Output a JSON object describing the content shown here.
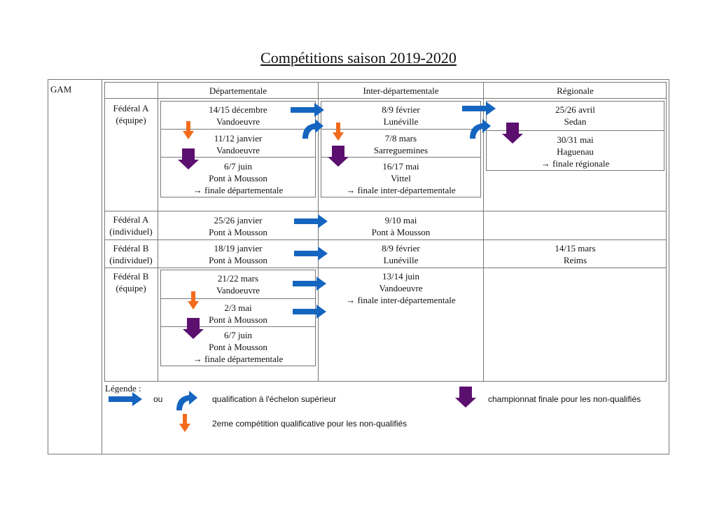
{
  "title": "Compétitions saison 2019-2020",
  "section_label": "GAM",
  "colors": {
    "arrow_blue": "#1565c0",
    "arrow_orange": "#f26b1d",
    "arrow_purple": "#5b0f6e"
  },
  "columns": [
    "Départementale",
    "Inter-départementale",
    "Régionale"
  ],
  "rows": [
    {
      "label": "Fédéral A\n(équipe)",
      "departementale": [
        "14/15 décembre\nVandoeuvre",
        "11/12 janvier\nVandoeuvre",
        "6/7 juin\nPont à Mousson\n→ finale départementale"
      ],
      "inter": [
        "8/9 février\nLunéville",
        "7/8 mars\nSarreguemines",
        "16/17 mai\nVittel\n→ finale inter-départementale"
      ],
      "regionale": [
        "25/26 avril\nSedan",
        "30/31 mai\nHaguenau\n→ finale régionale"
      ]
    },
    {
      "label": "Fédéral A\n(individuel)",
      "departementale": "25/26 janvier\nPont à Mousson",
      "inter": "9/10 mai\nPont à Mousson",
      "regionale": ""
    },
    {
      "label": "Fédéral B\n(individuel)",
      "departementale": "18/19 janvier\nPont à Mousson",
      "inter": "8/9 février\nLunéville",
      "regionale": "14/15 mars\nReims"
    },
    {
      "label": "Fédéral B\n(équipe)",
      "departementale": [
        "21/22 mars\nVandoeuvre",
        "2/3 mai\nPont à Mousson",
        "6/7 juin\nPont à Mousson\n→ finale départementale"
      ],
      "inter": "13/14 juin\nVandoeuvre\n→ finale inter-départementale",
      "regionale": ""
    }
  ],
  "legend": {
    "title": "Légende :",
    "or_word": "ou",
    "qualification": "qualification à l'échelon supérieur",
    "second_competition": "2eme compétition qualificative pour les non-qualifiés",
    "final_non_qualified": "championnat finale pour les non-qualifiés"
  }
}
